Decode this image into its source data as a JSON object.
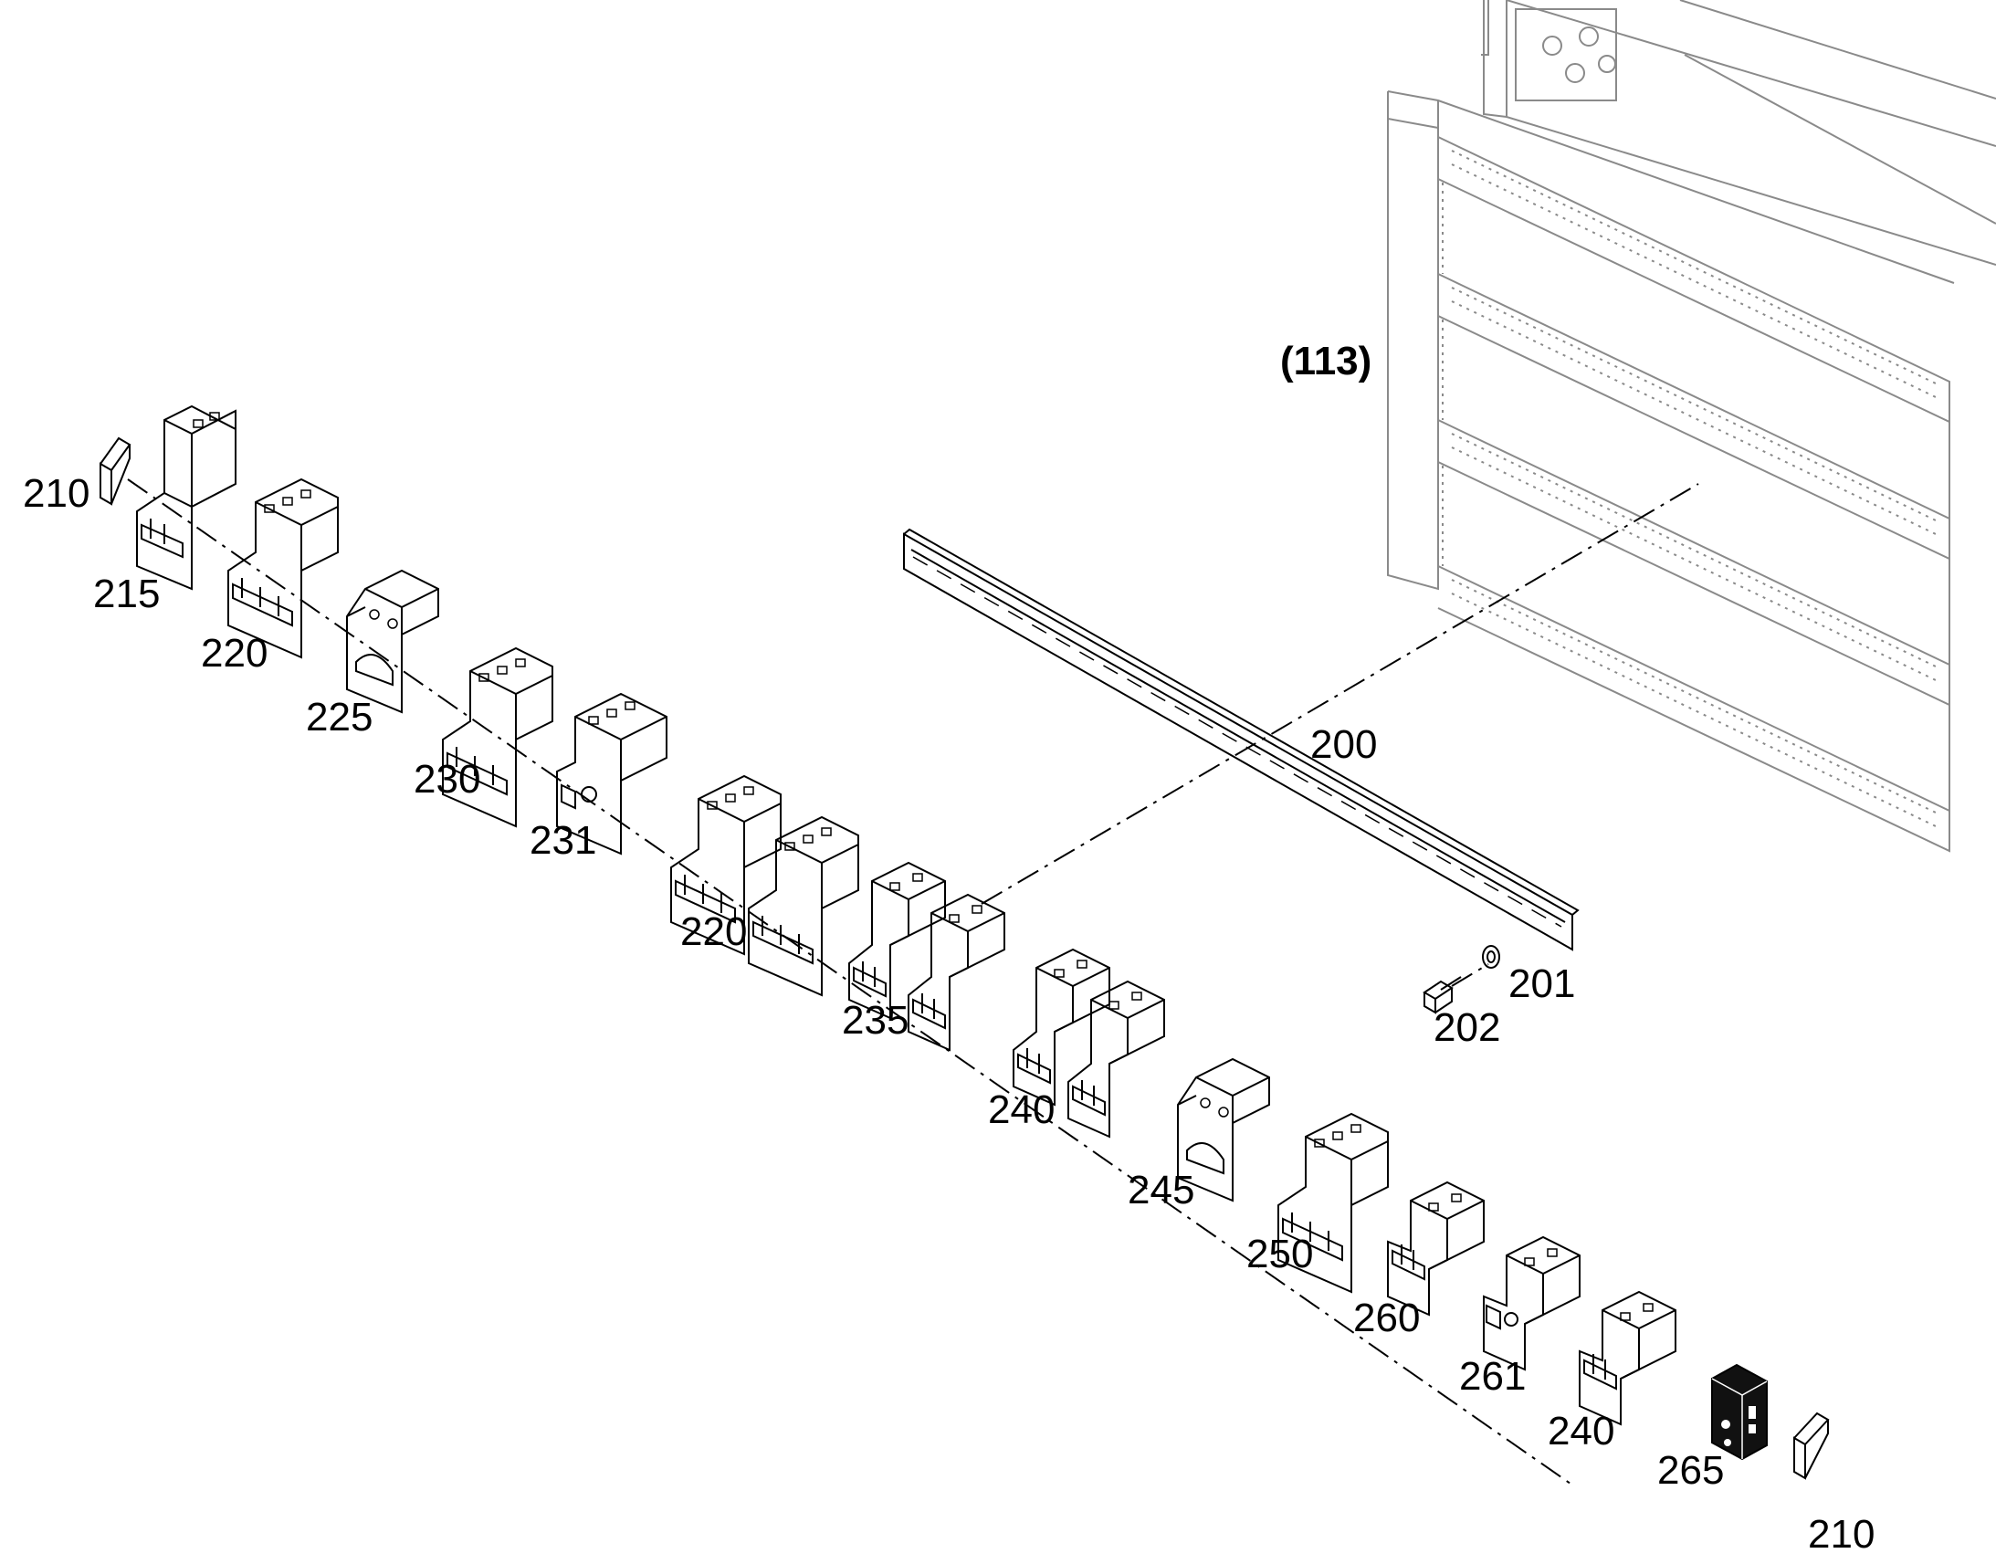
{
  "diagram": {
    "callouts": {
      "cabinet": "(113)",
      "rail": "200",
      "washer": "201",
      "screw": "202",
      "end_stop_left": "210",
      "end_stop_right": "210",
      "module_215": "215",
      "module_220_a": "220",
      "module_225": "225",
      "module_230": "230",
      "module_231": "231",
      "module_220_b": "220",
      "module_235": "235",
      "module_240_a": "240",
      "module_245": "245",
      "module_250": "250",
      "module_260": "260",
      "module_261": "261",
      "module_240_b": "240",
      "module_265": "265"
    },
    "colors": {
      "ink": "#000000",
      "grey_ink": "#8a8a8a",
      "background": "#ffffff"
    }
  }
}
